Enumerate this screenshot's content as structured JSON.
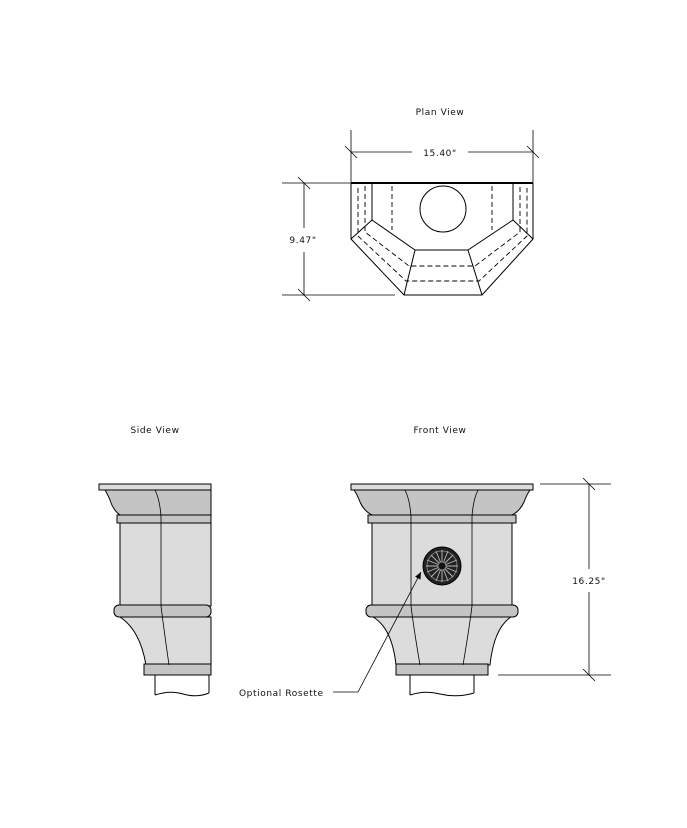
{
  "plan": {
    "title": "Plan View",
    "width_dim": "15.40\"",
    "depth_dim": "9.47\""
  },
  "side": {
    "title": "Side View"
  },
  "front": {
    "title": "Front View",
    "height_dim": "16.25\"",
    "callout": "Optional Rosette"
  },
  "colors": {
    "line": "#000000",
    "light_fill": "#dcdcdc",
    "mid_fill": "#c4c4c4",
    "dark_fill": "#a8a8a8"
  }
}
